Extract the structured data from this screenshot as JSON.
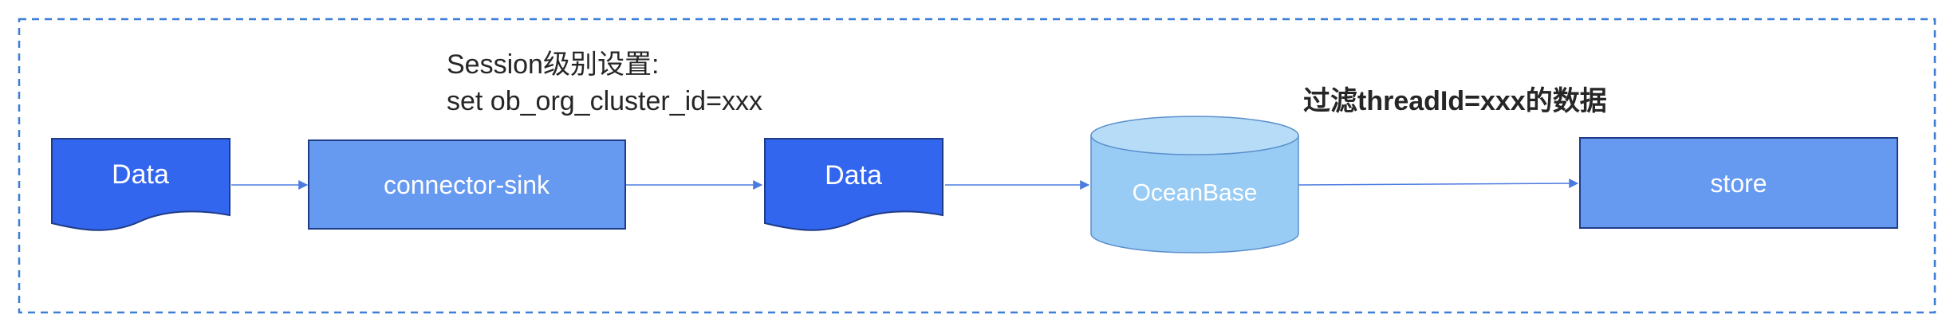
{
  "diagram": {
    "nodes": {
      "data_source": {
        "label": "Data",
        "shape": "document",
        "fill": "#3366EE"
      },
      "connector_sink": {
        "label": "connector-sink",
        "shape": "rectangle",
        "fill": "#6699F0"
      },
      "data_mid": {
        "label": "Data",
        "shape": "document",
        "fill": "#3366EE"
      },
      "oceanbase": {
        "label": "OceanBase",
        "shape": "cylinder",
        "fill": "#99CCF5"
      },
      "store": {
        "label": "store",
        "shape": "rectangle",
        "fill": "#6699F0"
      }
    },
    "annotations": {
      "session_line1": "Session级别设置:",
      "session_line2": "set ob_org_cluster_id=xxx",
      "filter": "过滤threadId=xxx的数据"
    },
    "colors": {
      "frame_border": "#3D7FD6",
      "node_stroke": "#1F3C88",
      "arrow": "#4C7BE0",
      "annotation_text": "#262626"
    }
  }
}
